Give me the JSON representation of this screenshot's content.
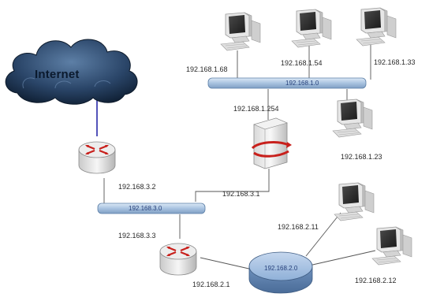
{
  "cloud": {
    "label": "Internet"
  },
  "networks": {
    "lan1": "192.168.1.0",
    "lan3": "192.168.3.0",
    "lan2": "192.168.2.0"
  },
  "hosts": {
    "pc_1_68": "192.168.1.68",
    "pc_1_54": "192.168.1.54",
    "pc_1_33": "192.168.1.33",
    "pc_1_23": "192.168.1.23",
    "pc_2_11": "192.168.2.11",
    "pc_2_12": "192.168.2.12"
  },
  "interfaces": {
    "server_lan1": "192.168.1.254",
    "server_lan3": "192.168.3.1",
    "router1_lan3": "192.168.3.2",
    "router2_lan3": "192.168.3.3",
    "router2_lan2": "192.168.2.1"
  },
  "colors": {
    "bus_fill": "#b9cfe6",
    "bus_stroke": "#5b7ea6",
    "uplink": "#2a2aa8",
    "router_arrow": "#c8201c",
    "cloud_dark": "#1c3350"
  }
}
